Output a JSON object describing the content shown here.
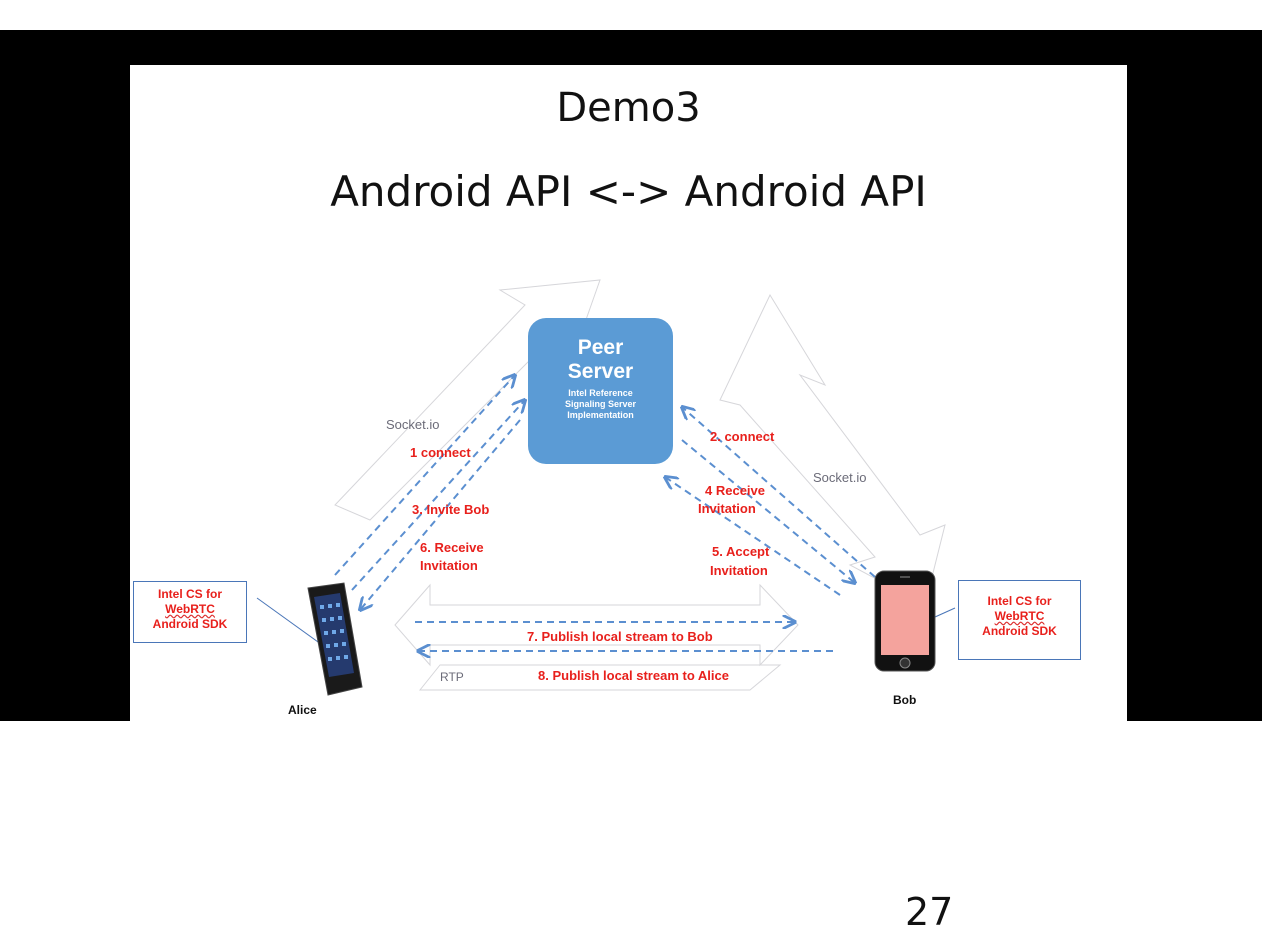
{
  "slide": {
    "title": "Demo3",
    "subtitle": "Android API <-> Android API"
  },
  "server": {
    "name_line1": "Peer",
    "name_line2": "Server",
    "sub_line1": "Intel Reference",
    "sub_line2": "Signaling Server",
    "sub_line3": "Implementation"
  },
  "steps": {
    "s1": "1 connect",
    "s2": "2. connect",
    "s3": "3. Invite Bob",
    "s4a": "4  Receive",
    "s4b": "Invitation",
    "s5a": "5.  Accept",
    "s5b": "Invitation",
    "s6a": "6. Receive",
    "s6b": "Invitation",
    "s7": "7. Publish  local stream to Bob",
    "s8": "8. Publish  local stream to Alice"
  },
  "transport": {
    "socket_left": "Socket.io",
    "socket_right": "Socket.io",
    "rtp": "RTP"
  },
  "devices": {
    "alice": "Alice",
    "bob": "Bob"
  },
  "sdk_boxes": {
    "left": {
      "line1": "Intel CS for",
      "line2": "WebRTC",
      "line3": "Android  SDK"
    },
    "right": {
      "line1": "Intel CS for",
      "line2": "WebRTC",
      "line3": "Android  SDK"
    }
  },
  "page_number": "27",
  "colors": {
    "server_fill": "#5b9bd5",
    "arrow": "#5b8fd0",
    "label_red": "#e8201c",
    "frame": "#000000"
  }
}
